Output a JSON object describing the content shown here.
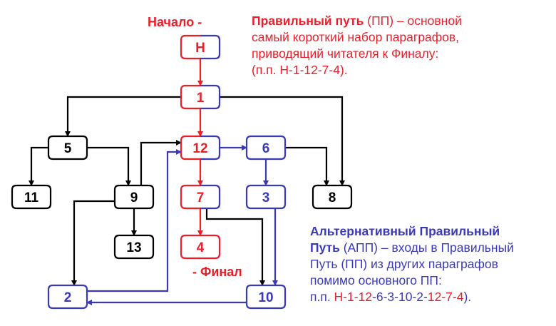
{
  "colors": {
    "main": "#e8202a",
    "alt": "#3a3ab8",
    "other": "#000000"
  },
  "labels": {
    "start": "Начало -",
    "final": "- Финал"
  },
  "main_note": {
    "title": "Правильный путь",
    "title_rest": " (ПП) – основной",
    "line2": "самый короткий набор параграфов,",
    "line3": "приводящий читателя к Финалу:",
    "line4": "(п.п. Н-1-12-7-4)."
  },
  "alt_note": {
    "line1": "Альтернативный Правильный",
    "line2_bold": "Путь",
    "line2_rest": " (АПП) – входы в Правильный",
    "line3": "Путь (ПП) из других параграфов",
    "line4": "помимо основного ПП:",
    "line5_prefix": "п.п. ",
    "path_parts": [
      {
        "text": "Н-1-12",
        "kind": "main"
      },
      {
        "text": "-6-3-10-2-",
        "kind": "alt"
      },
      {
        "text": "12-7-4",
        "kind": "main"
      },
      {
        "text": ").",
        "kind": "alt"
      }
    ]
  },
  "nodes": [
    {
      "id": "H",
      "label": "Н",
      "left": "main",
      "right": "alt"
    },
    {
      "id": "1",
      "label": "1",
      "left": "main",
      "right": "alt"
    },
    {
      "id": "12",
      "label": "12",
      "left": "main",
      "right": "alt"
    },
    {
      "id": "7",
      "label": "7",
      "left": "main",
      "right": "alt"
    },
    {
      "id": "4",
      "label": "4",
      "left": "main",
      "right": "main"
    },
    {
      "id": "5",
      "label": "5",
      "left": "other",
      "right": "other"
    },
    {
      "id": "11",
      "label": "11",
      "left": "other",
      "right": "other"
    },
    {
      "id": "9",
      "label": "9",
      "left": "other",
      "right": "other"
    },
    {
      "id": "13",
      "label": "13",
      "left": "other",
      "right": "other"
    },
    {
      "id": "6",
      "label": "6",
      "left": "alt",
      "right": "alt"
    },
    {
      "id": "3",
      "label": "3",
      "left": "alt",
      "right": "alt"
    },
    {
      "id": "8",
      "label": "8",
      "left": "other",
      "right": "other"
    },
    {
      "id": "2",
      "label": "2",
      "left": "alt",
      "right": "alt"
    },
    {
      "id": "10",
      "label": "10",
      "left": "alt",
      "right": "alt"
    }
  ],
  "edges": [
    {
      "from": "H",
      "to": "1",
      "kind": "main"
    },
    {
      "from": "1",
      "to": "12",
      "kind": "main"
    },
    {
      "from": "12",
      "to": "7",
      "kind": "main"
    },
    {
      "from": "7",
      "to": "4",
      "kind": "main"
    },
    {
      "from": "1",
      "to": "5",
      "kind": "other"
    },
    {
      "from": "1",
      "to": "8",
      "kind": "other"
    },
    {
      "from": "5",
      "to": "11",
      "kind": "other"
    },
    {
      "from": "5",
      "to": "9",
      "kind": "other"
    },
    {
      "from": "9",
      "to": "12",
      "kind": "other"
    },
    {
      "from": "9",
      "to": "13",
      "kind": "other"
    },
    {
      "from": "9",
      "to": "2",
      "kind": "other"
    },
    {
      "from": "7",
      "to": "10",
      "kind": "other"
    },
    {
      "from": "12",
      "to": "6",
      "kind": "alt"
    },
    {
      "from": "6",
      "to": "3",
      "kind": "alt"
    },
    {
      "from": "6",
      "to": "8",
      "kind": "other"
    },
    {
      "from": "3",
      "to": "10",
      "kind": "alt"
    },
    {
      "from": "10",
      "to": "2",
      "kind": "alt"
    },
    {
      "from": "2",
      "to": "12",
      "kind": "alt"
    }
  ]
}
